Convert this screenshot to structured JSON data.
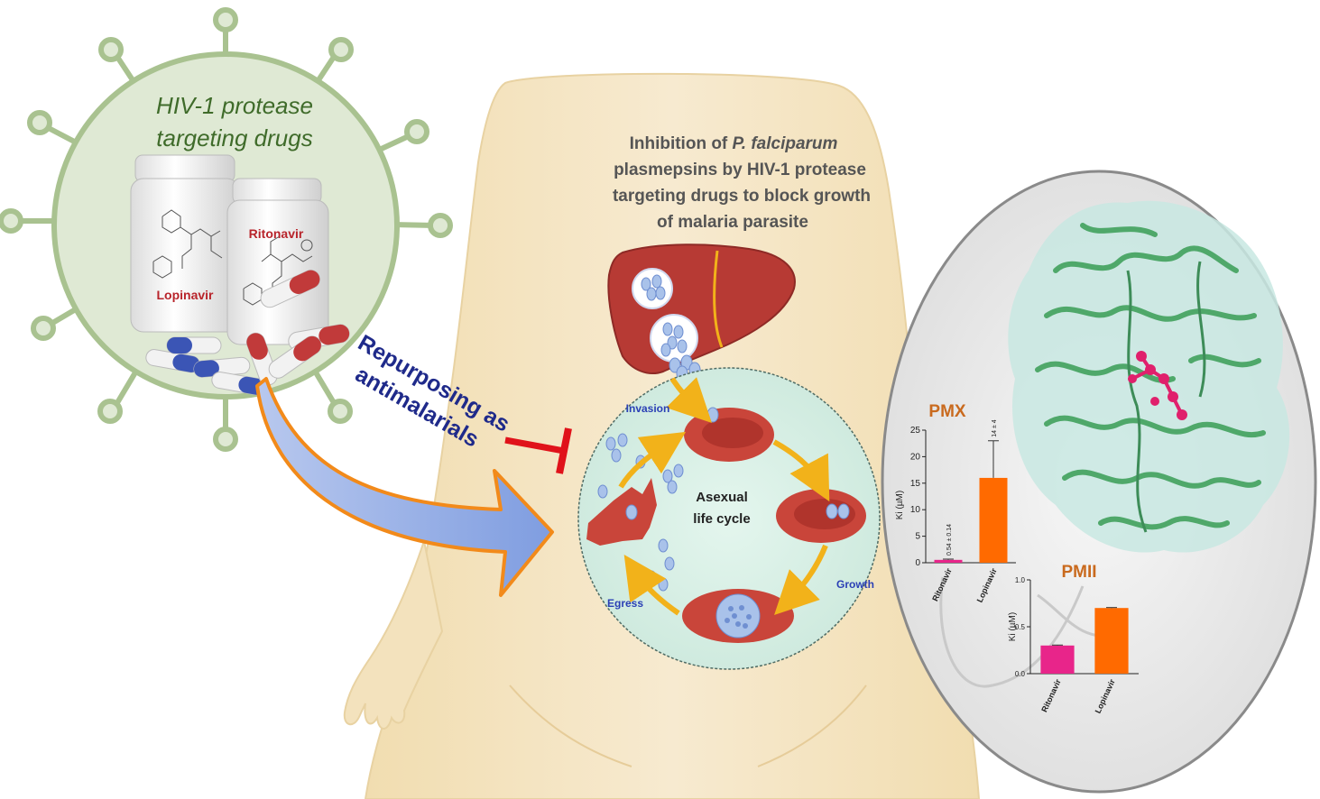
{
  "virus": {
    "title_line1": "HIV-1 protease",
    "title_line2": "targeting drugs",
    "bottle1_label": "Lopinavir",
    "bottle2_label": "Ritonavir"
  },
  "arrow_text": {
    "line1": "Repurposing as",
    "line2": "antimalarials"
  },
  "main_title": {
    "line1_prefix": "Inhibition of ",
    "line1_italic": "P. falciparum",
    "line2": "plasmepsins by HIV-1 protease",
    "line3": "targeting drugs to block growth",
    "line4": "of malaria parasite"
  },
  "lifecycle": {
    "center_line1": "Asexual",
    "center_line2": "life cycle",
    "invasion": "Invasion",
    "growth": "Growth",
    "egress": "Egress"
  },
  "colors": {
    "body": "#f5e6c0",
    "virus": "#dfe9d4",
    "rbc": "#c9453a",
    "arrow_orange": "#f2b21a",
    "ritonavir_bar": "#e8258a",
    "lopinavir_bar": "#ff6a00",
    "protein": "#5fb878"
  },
  "chart_data": [
    {
      "type": "bar",
      "title": "PMX",
      "ylabel": "Ki (µM)",
      "categories": [
        "Ritonavir",
        "Lopinavir"
      ],
      "values": [
        0.54,
        16
      ],
      "errors": [
        0.14,
        7
      ],
      "value_labels": [
        "0.54 ± 0.14",
        "14 ± 4"
      ],
      "yticks": [
        "0",
        "5",
        "10",
        "15",
        "20",
        "25"
      ],
      "ylim": [
        0,
        25
      ]
    },
    {
      "type": "bar",
      "title": "PMII",
      "ylabel": "Ki (µM)",
      "categories": [
        "Ritonavir",
        "Lopinavir"
      ],
      "values": [
        0.3,
        0.7
      ],
      "errors": [
        0.005,
        0.005
      ],
      "yticks": [
        "0.0",
        "0.5",
        "1.0"
      ],
      "ylim": [
        0,
        1.0
      ]
    }
  ]
}
